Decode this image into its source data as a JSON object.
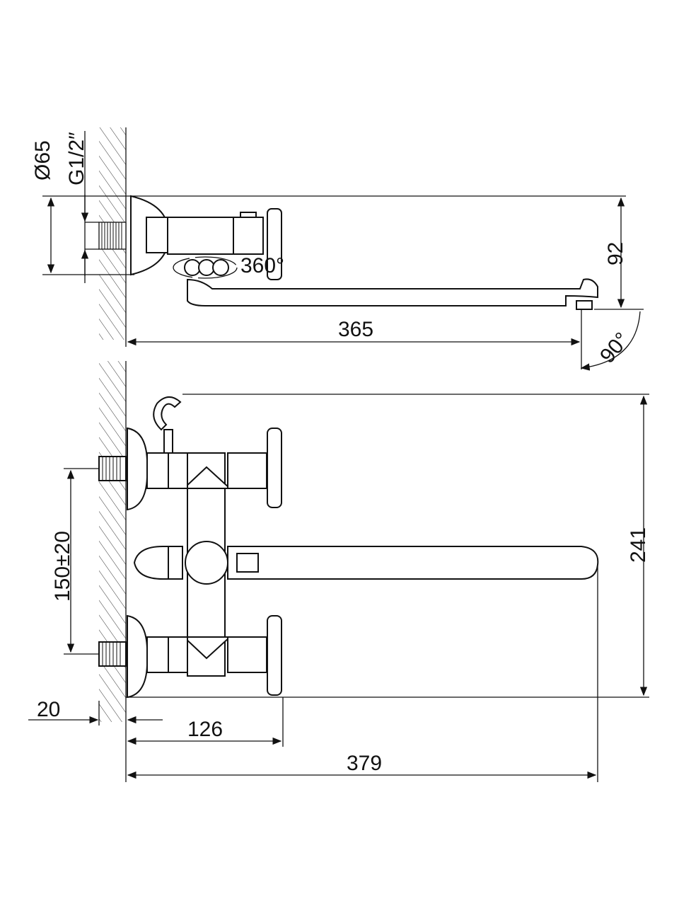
{
  "title": "Faucet dimensional drawing",
  "side_view": {
    "flange_diameter": "Ø65",
    "thread_size": "G1/2″",
    "rotation": "360°",
    "height": "92",
    "spout_reach": "365",
    "spout_angle": "90°"
  },
  "front_view": {
    "total_height": "241",
    "center_distance": "150±20",
    "wall_offset": "20",
    "handle_reach": "126",
    "total_reach": "379"
  },
  "colors": {
    "line": "#111111",
    "background": "#ffffff"
  }
}
